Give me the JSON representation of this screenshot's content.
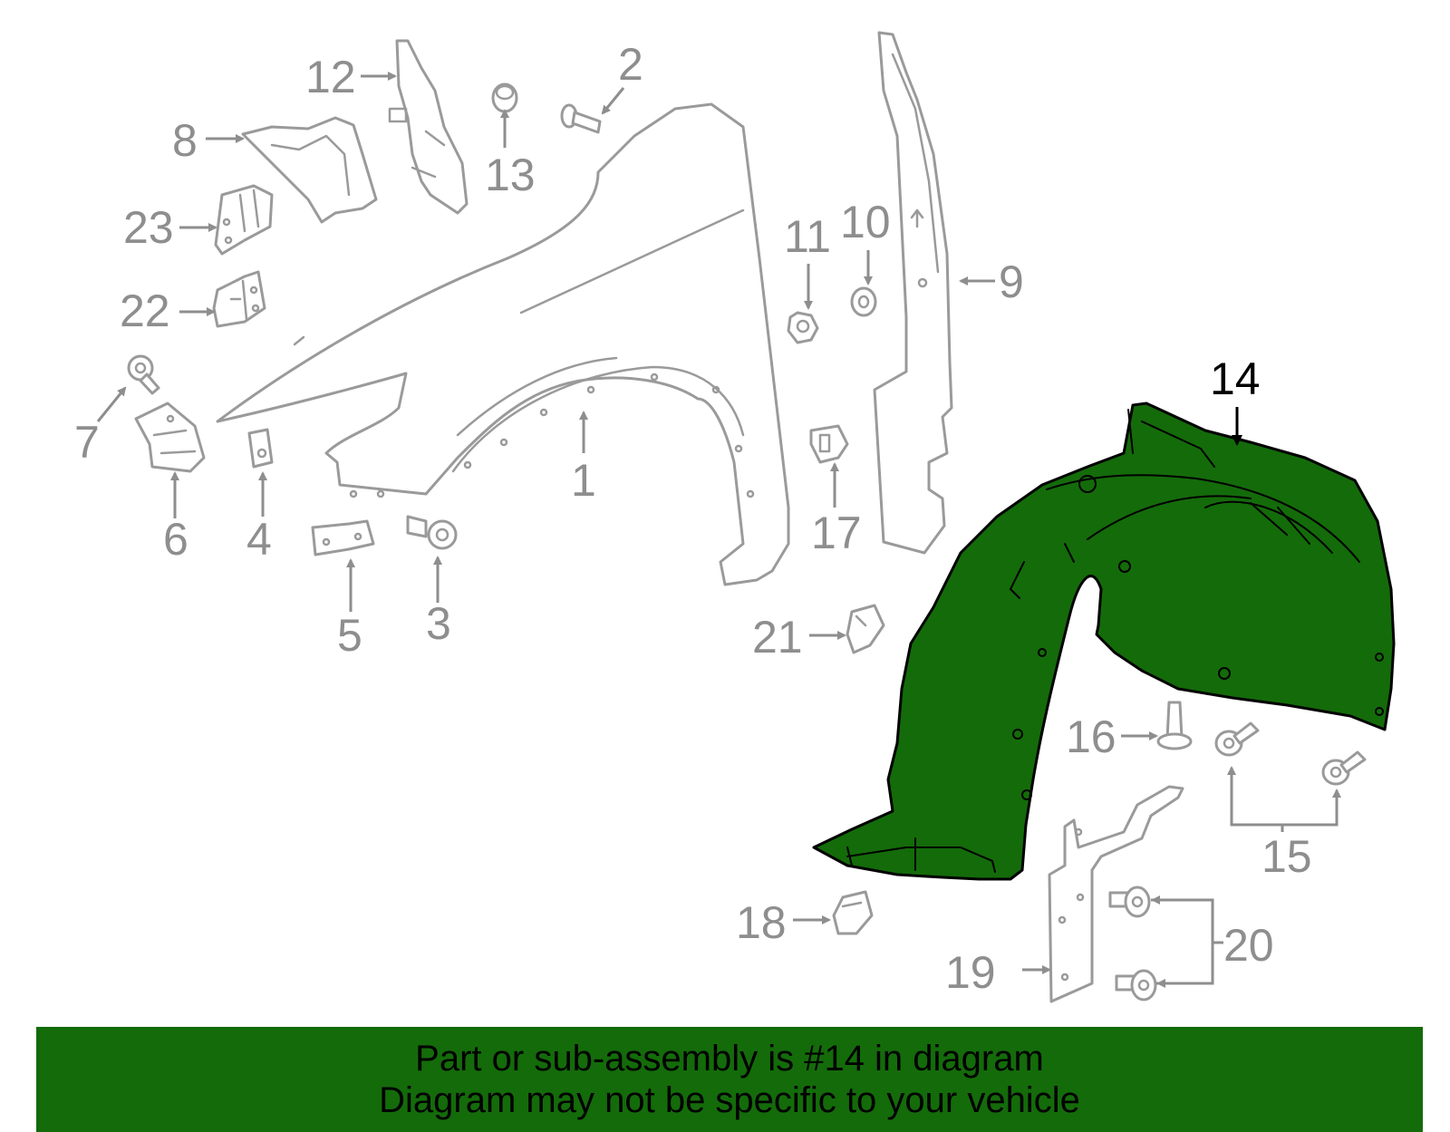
{
  "diagram": {
    "callouts": [
      "1",
      "2",
      "3",
      "4",
      "5",
      "6",
      "7",
      "8",
      "9",
      "10",
      "11",
      "12",
      "13",
      "14",
      "15",
      "16",
      "17",
      "18",
      "19",
      "20",
      "21",
      "22",
      "23"
    ],
    "highlighted_part": "14",
    "colors": {
      "highlight": "#146b0a",
      "parts": "#9a9a9a",
      "labels": "#8e8e8e"
    }
  },
  "banner": {
    "line1": "Part or sub-assembly is #14 in diagram",
    "line2": "Diagram may not be specific to your vehicle"
  }
}
